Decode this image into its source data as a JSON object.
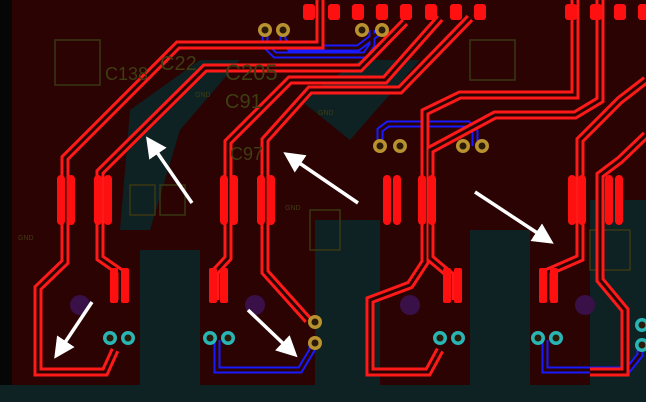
{
  "view": {
    "layer_colors": {
      "background": "#2b0303",
      "plane": "#0e2123",
      "top_copper": "#ff1a1a",
      "bottom_copper": "#1a1aff",
      "via_ring": "#b8922e",
      "via_teal": "#2ab5b5",
      "silkscreen": "#3f3d12",
      "annotation_arrow": "#ffffff"
    },
    "silkscreen_labels": [
      "C205",
      "C91",
      "C22",
      "GND",
      "GND",
      "GND",
      "GND",
      "C138",
      "C97"
    ],
    "annotation": {
      "arrow_count": 5,
      "arrow_icon": "arrow-icon"
    }
  }
}
